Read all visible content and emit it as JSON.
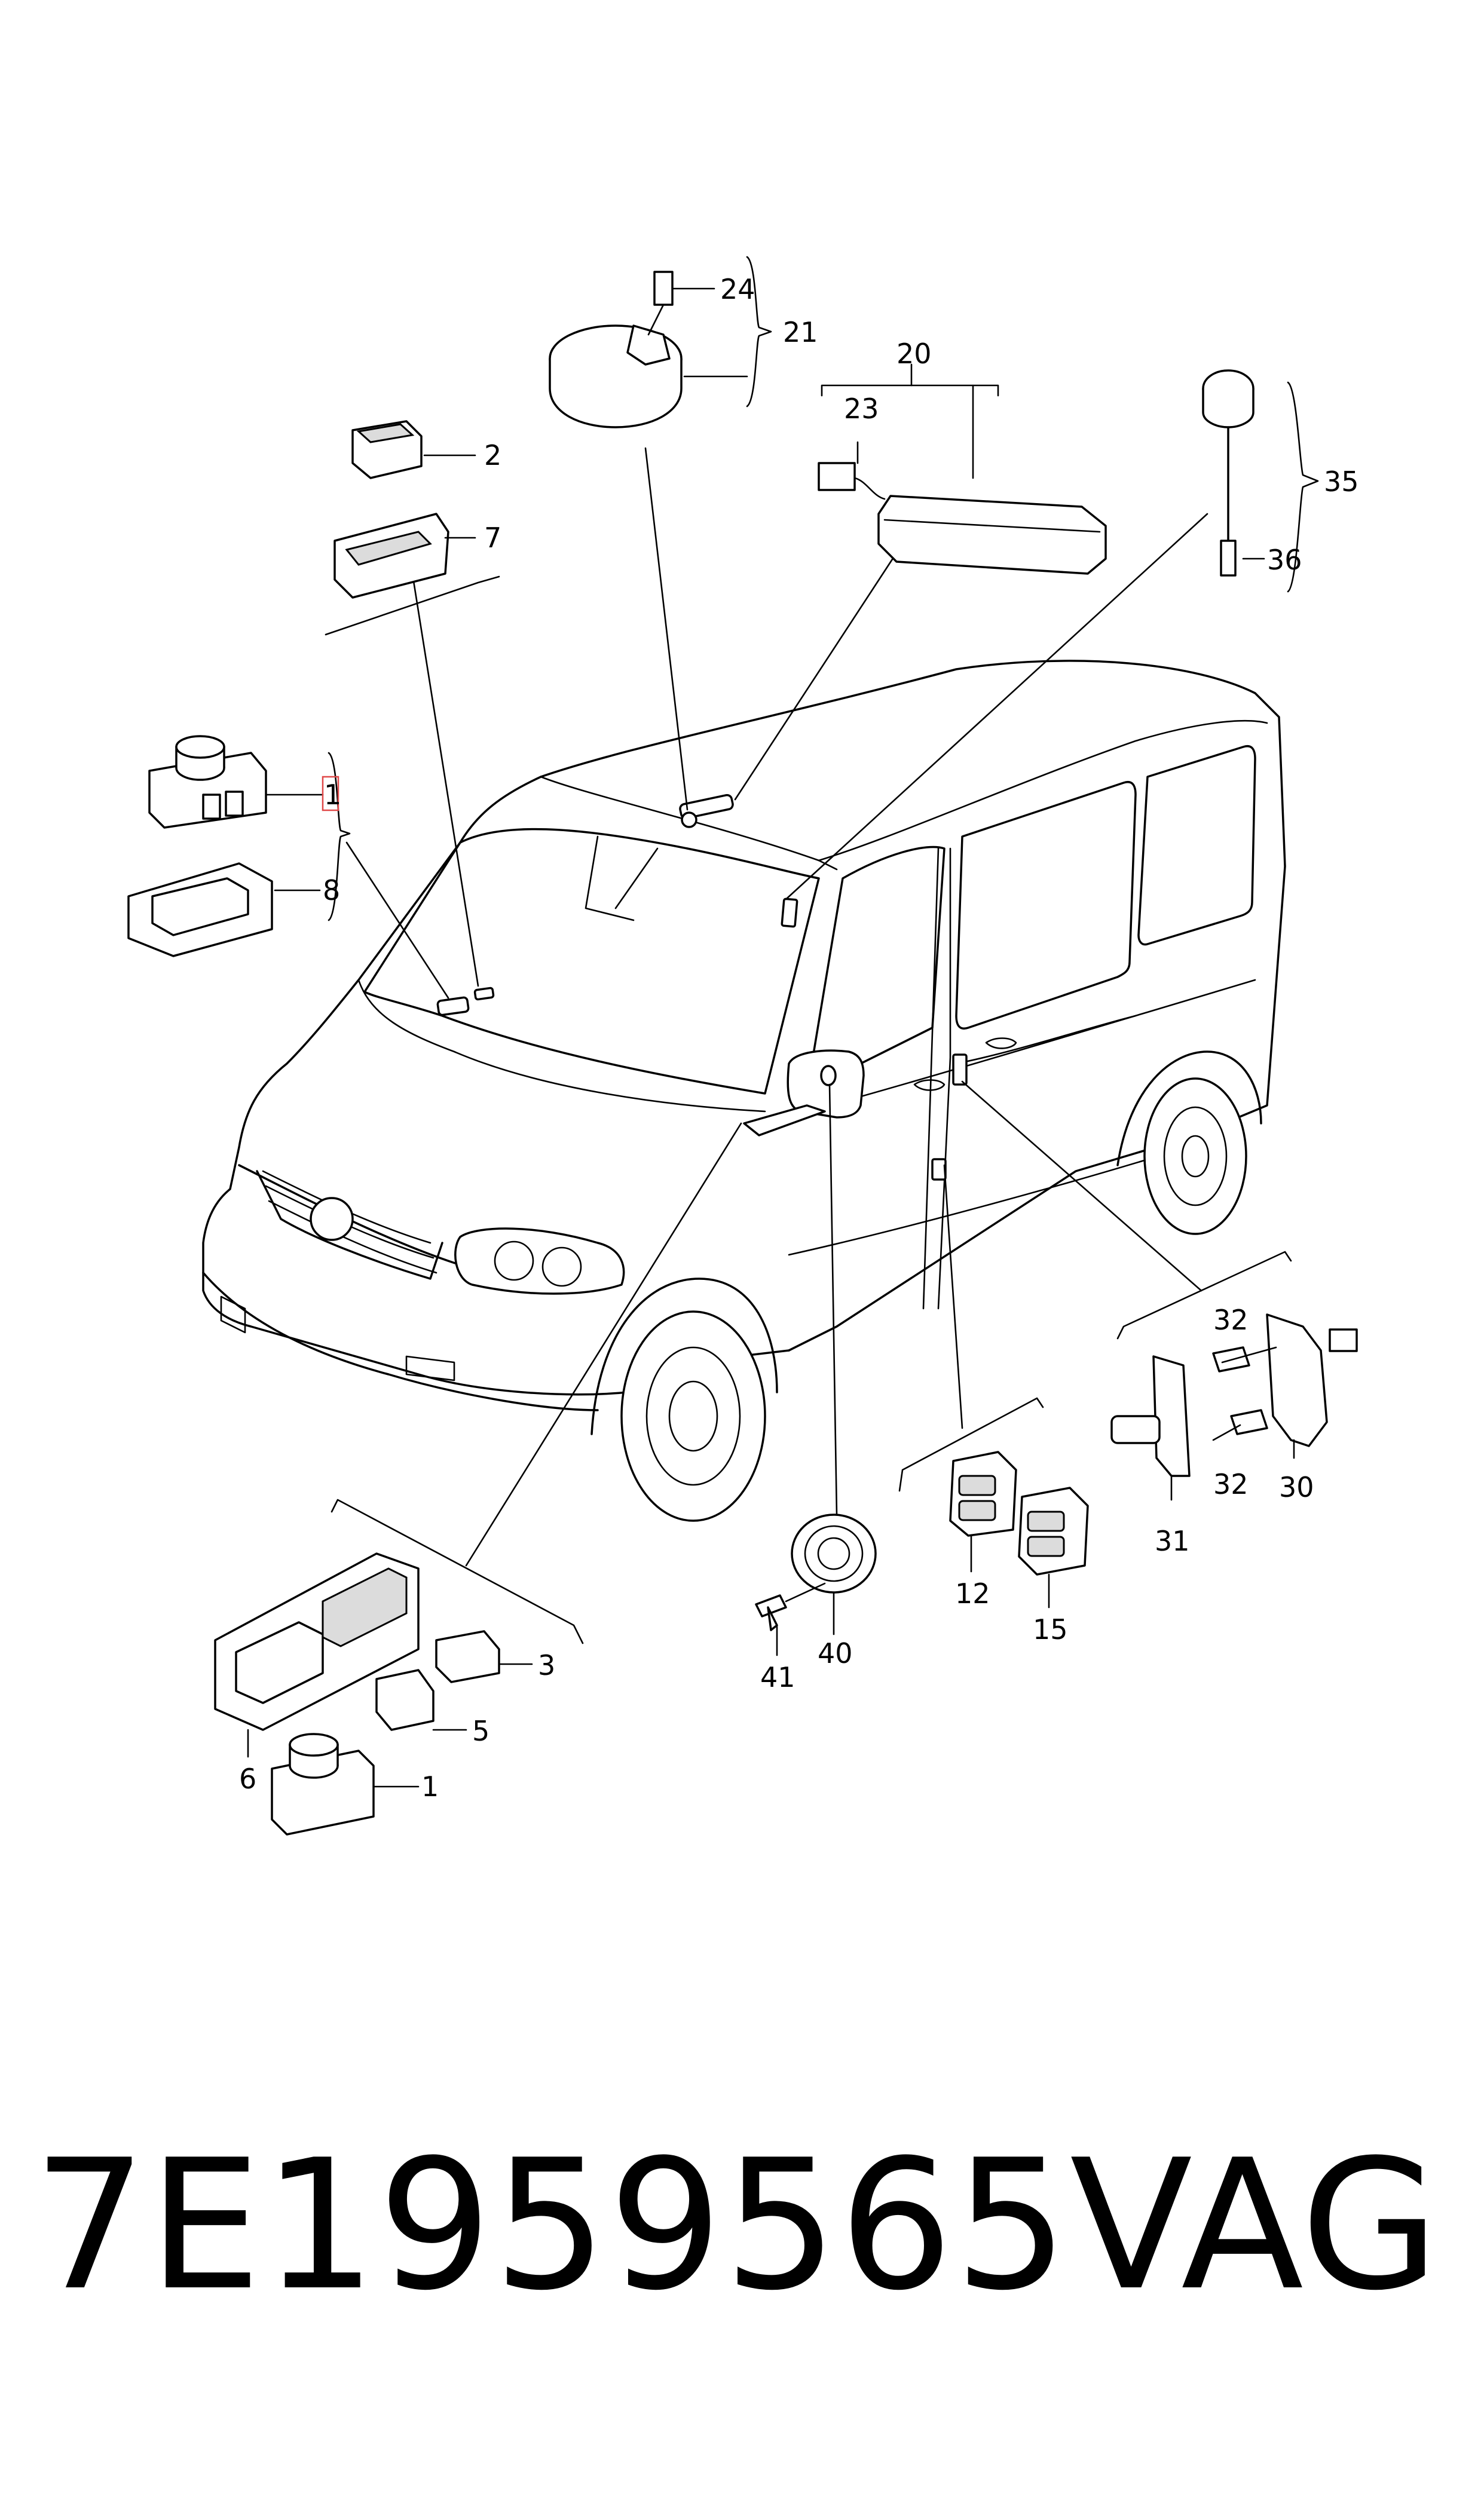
{
  "callouts": {
    "c24": "24",
    "c21": "21",
    "c20": "20",
    "c23": "23",
    "c2": "2",
    "c7": "7",
    "c35": "35",
    "c36": "36",
    "c1_top": "1",
    "c8": "8",
    "c32_a": "32",
    "c32_b": "32",
    "c30": "30",
    "c31": "31",
    "c12": "12",
    "c15": "15",
    "c40": "40",
    "c41": "41",
    "c3": "3",
    "c5": "5",
    "c6": "6",
    "c1_bottom": "1"
  },
  "footer": {
    "part_number": "7E1959565",
    "brand": "VAG"
  },
  "highlight_color": "#e04848"
}
